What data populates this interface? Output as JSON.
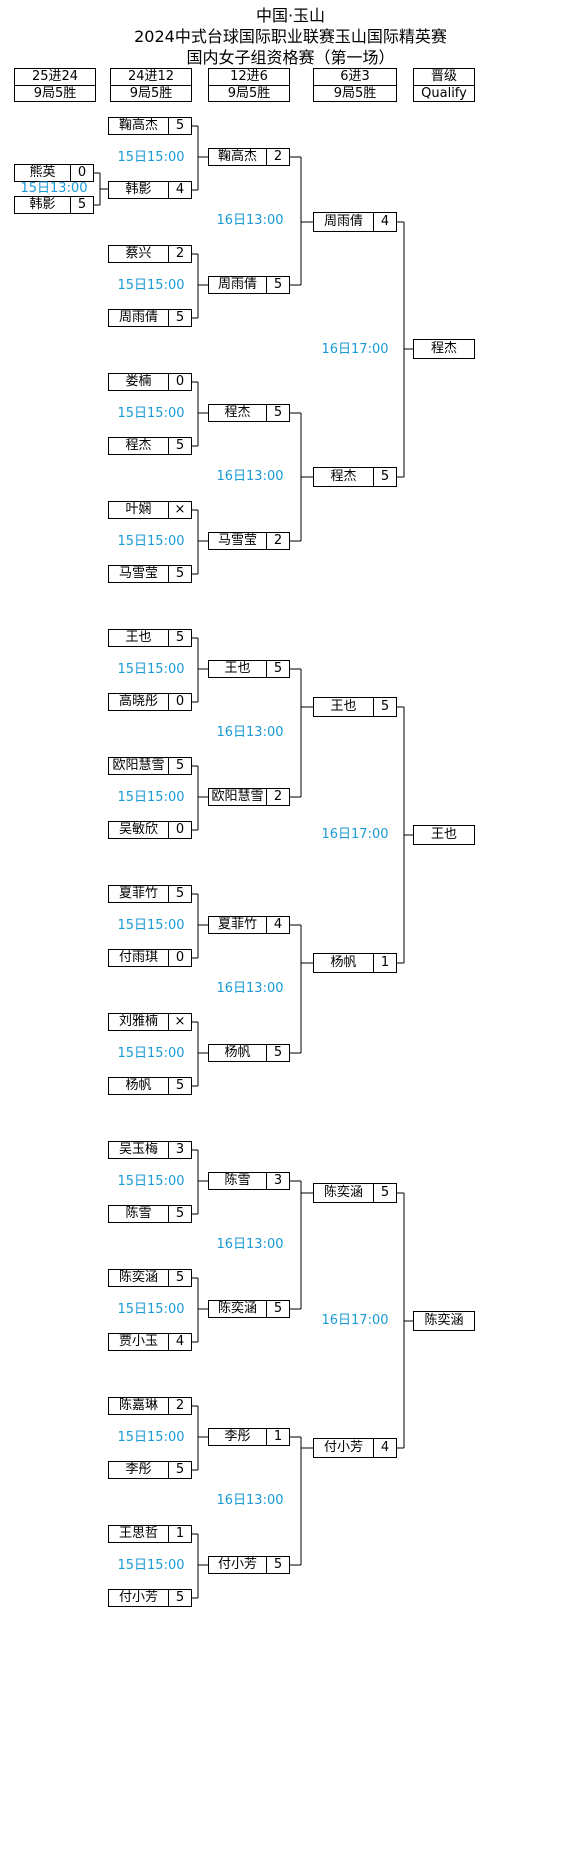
{
  "title": [
    "中国·玉山",
    "2024中式台球国际职业联赛玉山国际精英赛",
    "国内女子组资格赛（第一场）"
  ],
  "headers": [
    {
      "top": "25进24",
      "bottom": "9局5胜"
    },
    {
      "top": "24进12",
      "bottom": "9局5胜"
    },
    {
      "top": "12进6",
      "bottom": "9局5胜"
    },
    {
      "top": "6进3",
      "bottom": "9局5胜"
    },
    {
      "top": "晋级",
      "bottom": "Qualify"
    }
  ],
  "times": {
    "r1": "15日13:00",
    "r2": "15日15:00",
    "r3": "16日13:00",
    "r4": "16日17:00"
  },
  "r1": [
    {
      "name": "熊英",
      "score": "0"
    },
    {
      "name": "韩影",
      "score": "5"
    }
  ],
  "r2": [
    {
      "name": "鞠高杰",
      "score": "5"
    },
    {
      "name": "韩影",
      "score": "4"
    },
    {
      "name": "蔡兴",
      "score": "2"
    },
    {
      "name": "周雨倩",
      "score": "5"
    },
    {
      "name": "娄楠",
      "score": "0"
    },
    {
      "name": "程杰",
      "score": "5"
    },
    {
      "name": "叶娴",
      "score": "×"
    },
    {
      "name": "马雪莹",
      "score": "5"
    },
    {
      "name": "王也",
      "score": "5"
    },
    {
      "name": "高晓彤",
      "score": "0"
    },
    {
      "name": "欧阳慧雪",
      "score": "5"
    },
    {
      "name": "吴敏欣",
      "score": "0"
    },
    {
      "name": "夏菲竹",
      "score": "5"
    },
    {
      "name": "付雨琪",
      "score": "0"
    },
    {
      "name": "刘雅楠",
      "score": "×"
    },
    {
      "name": "杨帆",
      "score": "5"
    },
    {
      "name": "吴玉梅",
      "score": "3"
    },
    {
      "name": "陈雪",
      "score": "5"
    },
    {
      "name": "陈奕涵",
      "score": "5"
    },
    {
      "name": "贾小玉",
      "score": "4"
    },
    {
      "name": "陈嘉琳",
      "score": "2"
    },
    {
      "name": "李彤",
      "score": "5"
    },
    {
      "name": "王思哲",
      "score": "1"
    },
    {
      "name": "付小芳",
      "score": "5"
    }
  ],
  "r3": [
    {
      "name": "鞠高杰",
      "score": "2"
    },
    {
      "name": "周雨倩",
      "score": "5"
    },
    {
      "name": "程杰",
      "score": "5"
    },
    {
      "name": "马雪莹",
      "score": "2"
    },
    {
      "name": "王也",
      "score": "5"
    },
    {
      "name": "欧阳慧雪",
      "score": "2"
    },
    {
      "name": "夏菲竹",
      "score": "4"
    },
    {
      "name": "杨帆",
      "score": "5"
    },
    {
      "name": "陈雪",
      "score": "3"
    },
    {
      "name": "陈奕涵",
      "score": "5"
    },
    {
      "name": "李彤",
      "score": "1"
    },
    {
      "name": "付小芳",
      "score": "5"
    }
  ],
  "r4": [
    {
      "name": "周雨倩",
      "score": "4"
    },
    {
      "name": "程杰",
      "score": "5"
    },
    {
      "name": "王也",
      "score": "5"
    },
    {
      "name": "杨帆",
      "score": "1"
    },
    {
      "name": "陈奕涵",
      "score": "5"
    },
    {
      "name": "付小芳",
      "score": "4"
    }
  ],
  "qualify": [
    "程杰",
    "王也",
    "陈奕涵"
  ]
}
